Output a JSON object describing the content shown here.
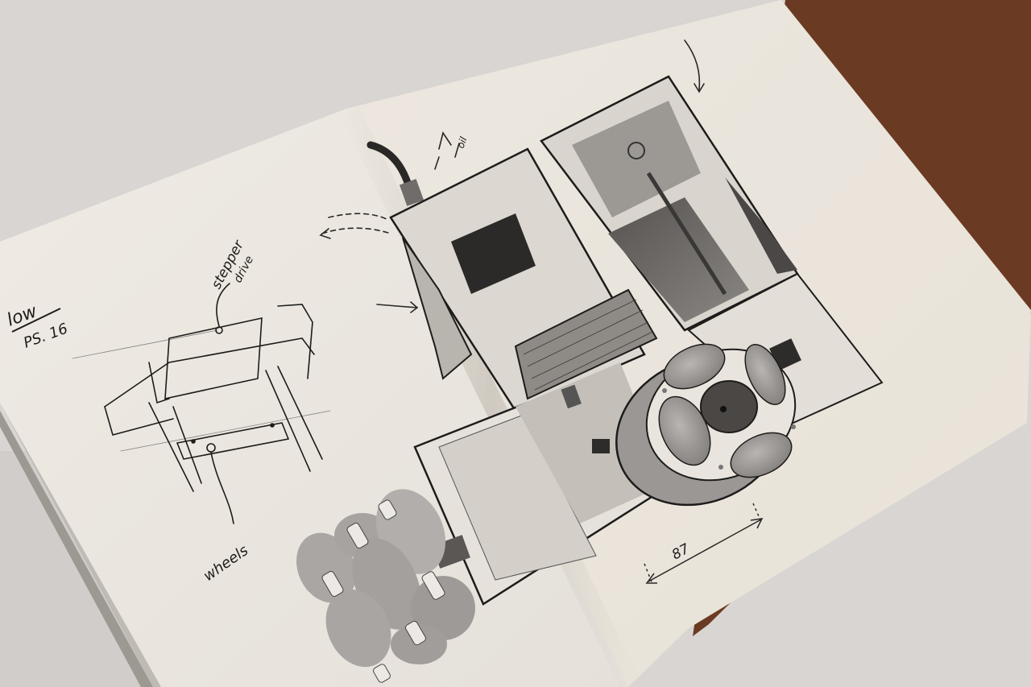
{
  "scene": {
    "description": "Open sketchbook photographed at an angle, showing pencil/pen sketches of a robot with omni-wheels",
    "colors": {
      "background": "#d6d3d0",
      "page_left": "#ece8e0",
      "page_right": "#eae5dc",
      "cover_edge": "#6b3a22",
      "ink": "#1d1c1b",
      "shading": "#7a7774"
    }
  },
  "left_page": {
    "annotations": {
      "top_left_word": "low",
      "top_left_sub": "PS. 16",
      "stepper_note_line1": "stepper",
      "stepper_note_line2": "drive",
      "wheels_note": "wheels"
    }
  },
  "right_page": {
    "annotations": {
      "top_note": "oil",
      "dimension": "87"
    }
  }
}
